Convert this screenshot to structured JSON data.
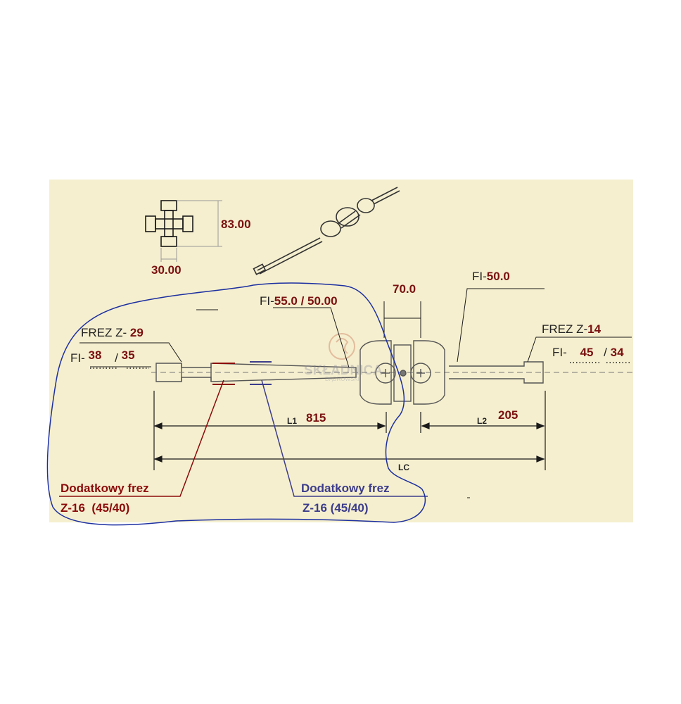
{
  "colors": {
    "panel": "#f5efcf",
    "dark_red": "#7a1010",
    "note_red": "#8b0a0a",
    "note_blue": "#3c3c8c",
    "outline_blue": "#1c2fa0",
    "line": "#1a1a1a"
  },
  "cross": {
    "width": "30.00",
    "height": "83.00"
  },
  "shaft": {
    "left_end": {
      "frez_label": "FREZ Z-",
      "frez_value": "29",
      "fi_label": "FI-",
      "fi_outer": "38",
      "fi_slash": "/",
      "fi_inner": "35"
    },
    "middle_fi": {
      "label": "FI-",
      "value": "55.0 / 50.00"
    },
    "joint_width": "70.0",
    "right_fi": {
      "label": "FI-",
      "value": "50.0"
    },
    "right_end": {
      "frez_label": "FREZ Z-",
      "frez_value": "14",
      "fi_label": "FI-",
      "fi_outer": "45",
      "fi_slash": "/",
      "fi_inner": "34"
    }
  },
  "dimensions": {
    "l1_label": "L1",
    "l1_value": "815",
    "l2_label": "L2",
    "l2_value": "205",
    "lc_label": "LC"
  },
  "notes": {
    "red": {
      "line1": "Dodatkowy frez",
      "line2": "Z-16  (45/40)"
    },
    "blue": {
      "line1": "Dodatkowy frez",
      "line2": "Z-16 (45/40)"
    }
  },
  "watermark": {
    "text": "SKŁADNICA",
    "sub": "DĄBROWSKI"
  }
}
